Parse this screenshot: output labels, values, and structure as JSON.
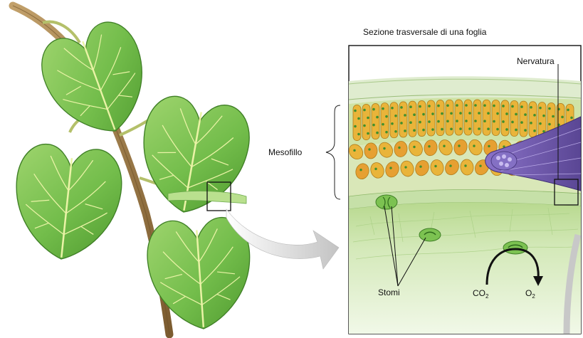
{
  "diagram": {
    "title": "Sezione trasversale di una foglia",
    "labels": {
      "vein": "Nervatura",
      "mesophyll": "Mesofillo",
      "stomata": "Stomi",
      "carbon_dioxide": {
        "symbol": "CO",
        "subscript": "2"
      },
      "oxygen": {
        "symbol": "O",
        "subscript": "2"
      }
    },
    "colors": {
      "leaf": "#7cc251",
      "leaf_dark": "#4f9a2f",
      "leaf_vein": "#eaf3a6",
      "stem": "#9b7a46",
      "palisade": "#e9b43a",
      "spongy": "#e6a032",
      "chloroplast": "#3f8f2e",
      "lower_epidermis": "#c6e0a8",
      "vein_bundle": "#6a54a8",
      "arrow": "#c8c8c8"
    }
  }
}
